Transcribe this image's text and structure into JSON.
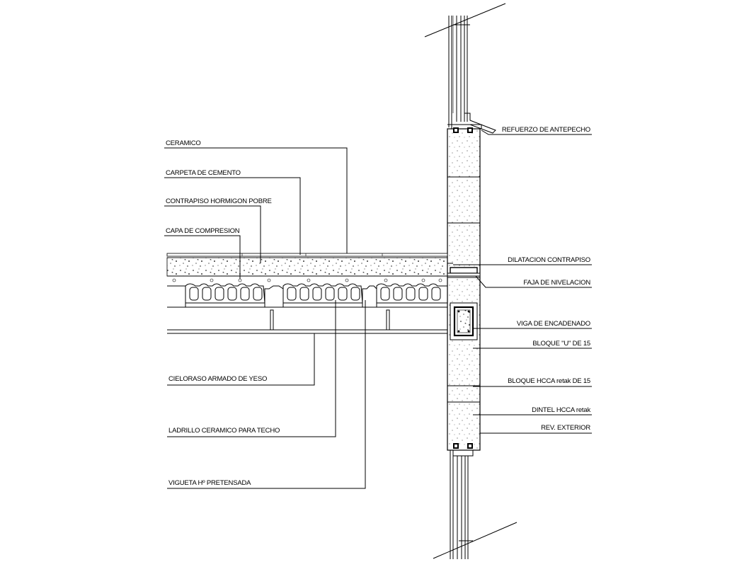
{
  "labels_left": {
    "ceramico": "CERAMICO",
    "carpeta": "CARPETA DE CEMENTO",
    "contrapiso": "CONTRAPISO HORMIGON POBRE",
    "capa": "CAPA DE COMPRESION",
    "cieloraso": "CIELORASO ARMADO DE YESO",
    "ladrillo": "LADRILLO CERAMICO PARA TECHO",
    "vigueta": "VIGUETA Hº PRETENSADA"
  },
  "labels_right": {
    "refuerzo": "REFUERZO DE ANTEPECHO",
    "dilatacion": "DILATACION CONTRAPISO",
    "faja": "FAJA DE NIVELACION",
    "viga": "VIGA DE ENCADENADO",
    "bloque_u": "BLOQUE \"U\" DE 15",
    "bloque_hcca": "BLOQUE HCCA retak DE 15",
    "dintel": "DINTEL HCCA retak",
    "rev": "REV. EXTERIOR"
  },
  "colors": {
    "line": "#000000",
    "background": "#ffffff"
  }
}
